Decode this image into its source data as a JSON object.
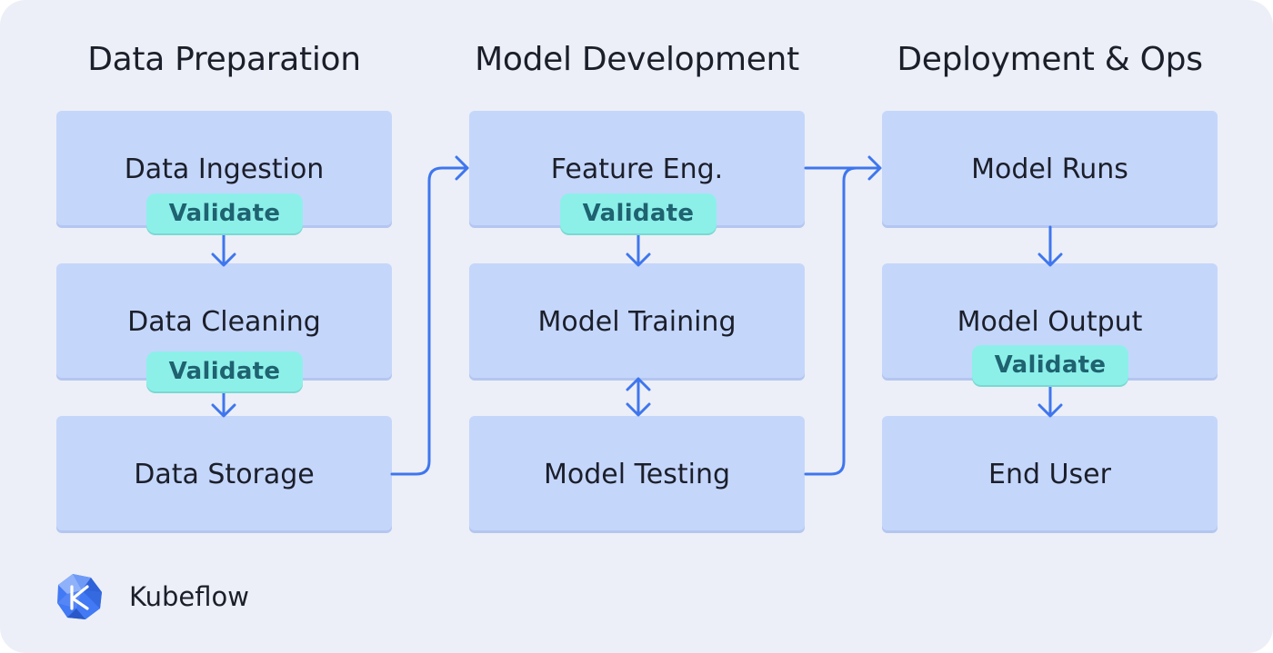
{
  "columns": [
    {
      "title": "Data Preparation",
      "steps": [
        {
          "label": "Data Ingestion",
          "badge": "Validate"
        },
        {
          "label": "Data Cleaning",
          "badge": "Validate"
        },
        {
          "label": "Data Storage"
        }
      ]
    },
    {
      "title": "Model Development",
      "steps": [
        {
          "label": "Feature Eng.",
          "badge": "Validate"
        },
        {
          "label": "Model Training"
        },
        {
          "label": "Model Testing"
        }
      ]
    },
    {
      "title": "Deployment & Ops",
      "steps": [
        {
          "label": "Model Runs"
        },
        {
          "label": "Model Output",
          "badge": "Validate"
        },
        {
          "label": "End User"
        }
      ]
    }
  ],
  "brand": {
    "name": "Kubeflow",
    "logo_icon": "kubeflow-logo-icon"
  },
  "colors": {
    "background": "#eceff7",
    "box": "#c5d6fb",
    "badge": "#8cf0e9",
    "badge_text": "#1f6270",
    "arrow": "#3f76ee",
    "logo": "#4279f4"
  }
}
